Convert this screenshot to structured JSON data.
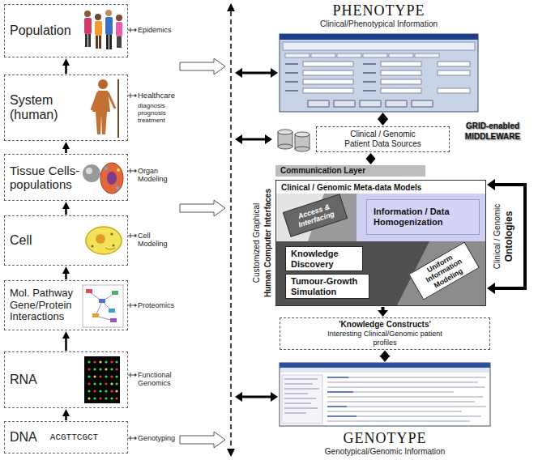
{
  "diagram": {
    "nodes": [
      {
        "text": [
          "Population"
        ]
      },
      {
        "text": [
          "System (human)"
        ]
      },
      {
        "text": [
          "Tissue Cells-populations"
        ]
      },
      {
        "text": [
          "Cell"
        ]
      },
      {
        "text": [
          "Mol. Pathway Gene/Protein Interactions"
        ]
      },
      {
        "text": [
          "RNA"
        ]
      },
      {
        "text": [
          "DNA",
          "ACGTTCGCT"
        ]
      },
      {
        "text": [
          "PHENOTYPE",
          "Clinical/Phenotypical Information"
        ]
      },
      {
        "text": [
          "Clinical / Genomic Patient Data Sources"
        ]
      },
      {
        "text": [
          "Communication Layer"
        ]
      },
      {
        "text": [
          "Clinical / Genomic Meta-data Models"
        ]
      },
      {
        "text": [
          "Access & Interfacing"
        ],
        "in": 10
      },
      {
        "text": [
          "Information / Data Homogenization"
        ],
        "in": 10
      },
      {
        "text": [
          "Knowledge Discovery"
        ],
        "in": 10
      },
      {
        "text": [
          "Tumour-Growth Simulation"
        ],
        "in": 10
      },
      {
        "text": [
          "Uniform Information Modeling"
        ],
        "in": 10
      },
      {
        "text": [
          "'Knowledge Constructs'",
          "Interesting Clinical/Genomic patient profiles"
        ]
      },
      {
        "text": [
          "GENOTYPE",
          "Genotypical/Genomic Information"
        ]
      }
    ],
    "edges": [
      {
        "from": 6,
        "to": 5,
        "arrow": "to"
      },
      {
        "from": 5,
        "to": 4,
        "arrow": "to"
      },
      {
        "from": 4,
        "to": 3,
        "arrow": "to"
      },
      {
        "from": 3,
        "to": 2,
        "arrow": "to"
      },
      {
        "from": 2,
        "to": 1,
        "arrow": "to"
      },
      {
        "from": 1,
        "to": 0,
        "arrow": "to"
      },
      {
        "from": 7,
        "to": 8,
        "arrow": "both"
      },
      {
        "from": 8,
        "to": 9,
        "arrow": "both"
      },
      {
        "from": 10,
        "to": 16,
        "arrow": "to"
      },
      {
        "from": 16,
        "to": 17,
        "arrow": "both"
      }
    ],
    "labels": [
      "Epidemics",
      "Healthcare",
      "diagnosis prognosis treatment",
      "Organ Modeling",
      "Cell Modeling",
      "Proteomics",
      "Functional Genomics",
      "Genotyping",
      "GRID-enabled MIDDLEWARE",
      "Customized Graphical",
      "Human Computer Interfaces",
      "Clinical / Genomic",
      "Ontologies"
    ]
  }
}
